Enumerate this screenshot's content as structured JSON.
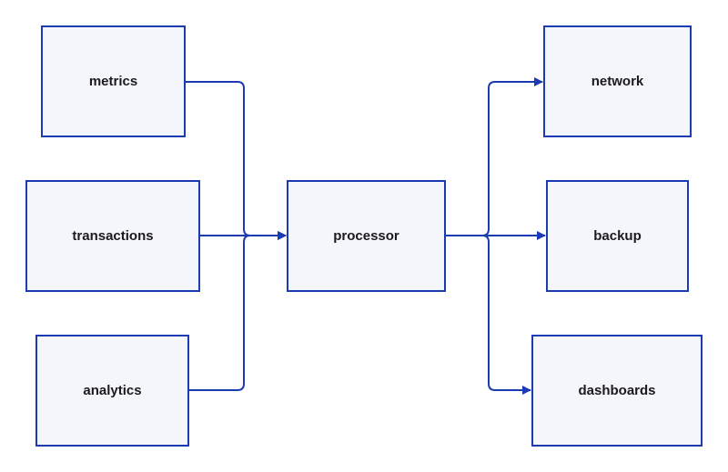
{
  "colors": {
    "stroke": "#1a3bb3",
    "node_fill": "#f5f6fb",
    "text": "#1b1b1b",
    "background": "#ffffff"
  },
  "nodes": {
    "metrics": "metrics",
    "transactions": "transactions",
    "analytics": "analytics",
    "processor": "processor",
    "network": "network",
    "backup": "backup",
    "dashboards": "dashboards"
  },
  "edges": [
    {
      "from": "metrics",
      "to": "processor"
    },
    {
      "from": "transactions",
      "to": "processor"
    },
    {
      "from": "analytics",
      "to": "processor"
    },
    {
      "from": "processor",
      "to": "network"
    },
    {
      "from": "processor",
      "to": "backup"
    },
    {
      "from": "processor",
      "to": "dashboards"
    }
  ]
}
